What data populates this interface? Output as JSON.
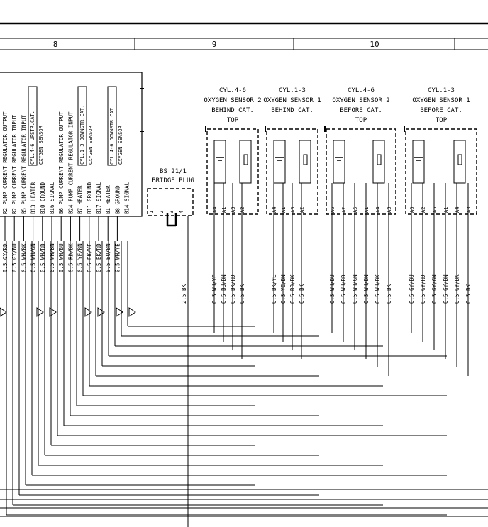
{
  "grid": {
    "columns": [
      "8",
      "9",
      "10"
    ]
  },
  "connector": {
    "title_1": "BS 21/1",
    "title_2": "BRIDGE PLUG",
    "pins": [
      "1",
      "2",
      "3",
      "4"
    ],
    "wire_label": "2.5 BK"
  },
  "sensors": [
    {
      "title": [
        "CYL.4-6",
        "OXYGEN SENSOR 2",
        "BEHIND CAT.",
        "TOP"
      ],
      "pins": [
        "A4",
        "A1",
        "A3",
        "A2"
      ],
      "wires": [
        "0.5 WH/YE",
        "0.5 BU/BN",
        "0.5 BK/RD",
        "0.5 BK"
      ]
    },
    {
      "title": [
        "CYL.1-3",
        "OXYGEN SENSOR 1",
        "BEHIND CAT.",
        ""
      ],
      "pins": [
        "A4",
        "A1",
        "A3",
        "A2"
      ],
      "wires": [
        "0.5 BK/YE",
        "0.5 YE/BN",
        "0.5 RD/BK",
        "0.5 BK"
      ]
    },
    {
      "title": [
        "CYL.4-6",
        "OXYGEN SENSOR 2",
        "BEFORE CAT.",
        "TOP"
      ],
      "pins": [
        "A6",
        "A2",
        "A5",
        "A1",
        "A4",
        "A3"
      ],
      "wires": [
        "0.5 WH/BU",
        "0.5 WH/RD",
        "0.5 WH/GN",
        "0.5 WH/BN",
        "0.5 WH/BK",
        "0.5 BK"
      ]
    },
    {
      "title": [
        "CYL.1-3",
        "OXYGEN SENSOR 1",
        "BEFORE CAT.",
        "TOP"
      ],
      "pins": [
        "A6",
        "A2",
        "A5",
        "A1",
        "A4",
        "A3"
      ],
      "wires": [
        "0.5 GY/BU",
        "0.5 GY/RD",
        "0.5 GY/GN",
        "0.5 GY/BN",
        "0.5 GY/BK",
        "0.5 BK"
      ]
    }
  ],
  "control_unit": {
    "terminals": [
      "R2 PUMP CURRENT REGULATOR OUTPUT",
      "R2 PUMP CURRENT REGULATOR INPUT",
      "B5 PUMP CURRENT REGULATOR INPUT",
      "B13 HEATER",
      "B10 GROUND",
      "B16 SIGNAL",
      "B6 PUMP CURRENT REGULATOR OUTPUT",
      "B24 PUMP CURRENT REGULATOR INPUT",
      "B7 HEATER",
      "B11 GROUND",
      "B17 SIGNAL",
      "B1 HEATER",
      "B8 GROUND",
      "B14 SIGNAL"
    ],
    "groups": [
      [
        "CYL.4-6 UPSTR.CAT.",
        "OXYGEN SENSOR"
      ],
      [
        "CYL.1-3 DOWNSTR.CAT.",
        "OXYGEN SENSOR"
      ],
      [
        "CYL.4-6 DOWNSTR.CAT.",
        "OXYGEN SENSOR"
      ]
    ],
    "wires": [
      "0.5 GY/RD",
      "0.5 GY/BU",
      "0.5 WH/BK",
      "0.5 WH/GN",
      "0.5 WH/RD",
      "0.5 WH/BN",
      "0.5 WH/BU",
      "0.5 RD/BK",
      "0.5 YE/BN",
      "0.5 BK/YE",
      "0.5 BK/RD",
      "0.5 BU/BN",
      "0.5 WH/YE"
    ]
  }
}
